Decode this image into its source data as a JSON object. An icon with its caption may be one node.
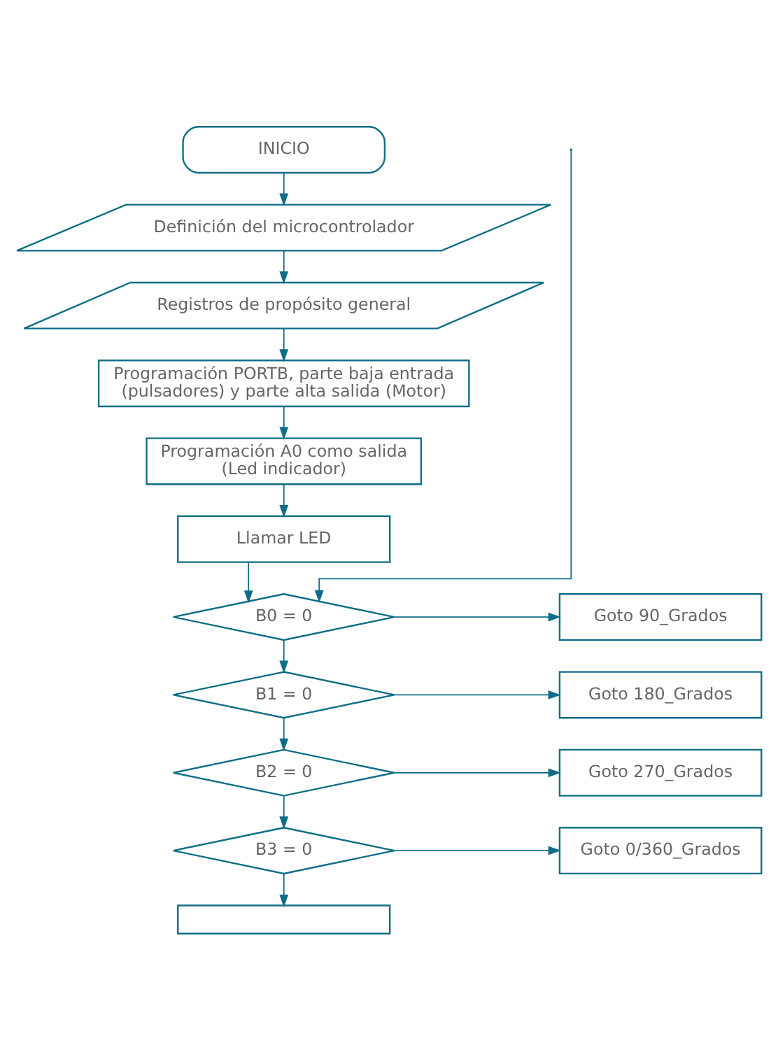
{
  "diagram": {
    "nodes": [
      {
        "text": [
          "INICIO"
        ]
      },
      {
        "text": [
          "Definición del microcontrolador"
        ]
      },
      {
        "text": [
          "Registros de propósito general"
        ]
      },
      {
        "text": [
          "Programación PORTB, parte baja entrada (pulsadores) y parte alta salida (Motor)"
        ]
      },
      {
        "text": [
          "Programación A0 como salida (Led indicador)"
        ]
      },
      {
        "text": [
          "Llamar LED"
        ]
      },
      {
        "text": [
          "B0 = 0"
        ]
      },
      {
        "text": [
          "Goto 90_Grados"
        ]
      },
      {
        "text": [
          "B1 = 0"
        ]
      },
      {
        "text": [
          "Goto 180_Grados"
        ]
      },
      {
        "text": [
          "B2 = 0"
        ]
      },
      {
        "text": [
          "Goto 270_Grados"
        ]
      },
      {
        "text": [
          "B3 = 0"
        ]
      },
      {
        "text": [
          "Goto 0/360_Grados"
        ]
      },
      {
        "text": [],
        "shape": "box"
      }
    ],
    "edges": [
      {
        "from": 0,
        "to": 1,
        "arrow": "to"
      },
      {
        "from": 1,
        "to": 2,
        "arrow": "to"
      },
      {
        "from": 2,
        "to": 3,
        "arrow": "to"
      },
      {
        "from": 3,
        "to": 4,
        "arrow": "to"
      },
      {
        "from": 4,
        "to": 5,
        "arrow": "to"
      },
      {
        "from": 5,
        "to": 6,
        "arrow": "to"
      },
      {
        "from": 6,
        "to": 7,
        "arrow": "to"
      },
      {
        "from": 6,
        "to": 8,
        "arrow": "to"
      },
      {
        "from": 8,
        "to": 9,
        "arrow": "to"
      },
      {
        "from": 8,
        "to": 10,
        "arrow": "to"
      },
      {
        "from": 10,
        "to": 11,
        "arrow": "to"
      },
      {
        "from": 10,
        "to": 12,
        "arrow": "to"
      },
      {
        "from": 12,
        "to": 13,
        "arrow": "to"
      },
      {
        "from": 12,
        "to": 14,
        "arrow": "to"
      },
      {
        "from": null,
        "to": 6,
        "arrow": "to"
      }
    ]
  }
}
